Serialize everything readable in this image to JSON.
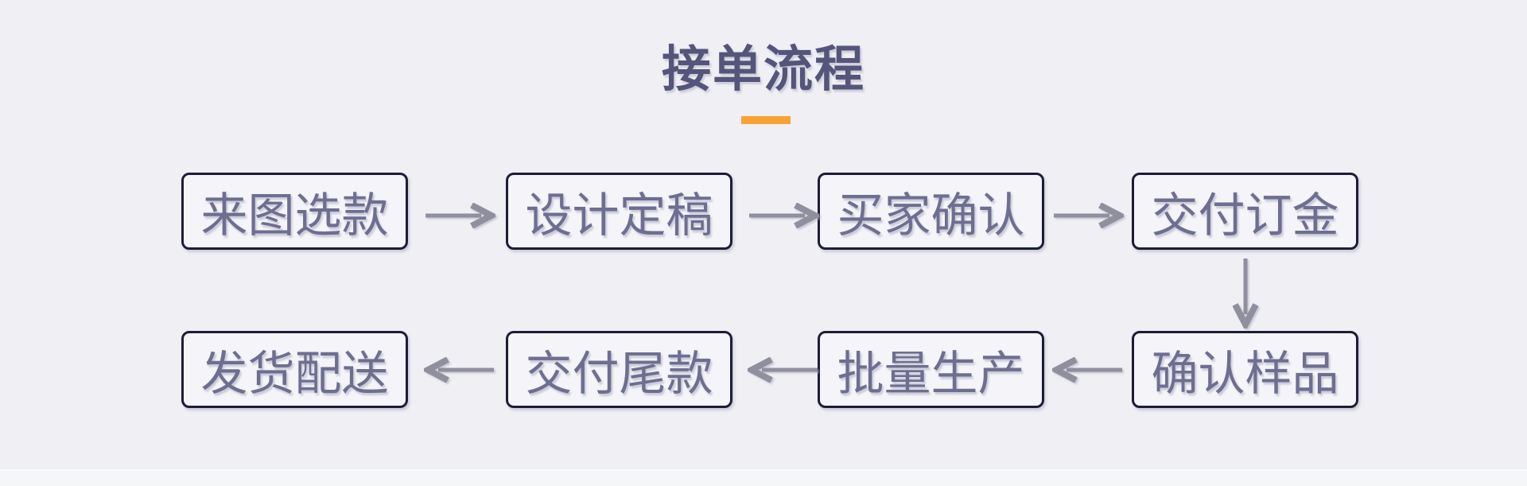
{
  "page": {
    "background_color": "#EFEFF4",
    "footer_strip_color": "#F5F6F8"
  },
  "diagram": {
    "title": "接单流程",
    "title_color": "#55557B",
    "accent_bar_color": "#F9A234",
    "box_border_color": "#1D1D3A",
    "box_fill_color": "#F4F4F9",
    "box_text_color": "#6E6E91",
    "arrow_color": "#8F8F9E",
    "rows": [
      {
        "direction": "right",
        "boxes": [
          "来图选款",
          "设计定稿",
          "买家确认",
          "交付订金"
        ]
      },
      {
        "direction": "left",
        "boxes": [
          "发货配送",
          "交付尾款",
          "批量生产",
          "确认样品"
        ]
      }
    ],
    "connector": {
      "from": "交付订金",
      "to": "确认样品",
      "direction": "down"
    }
  }
}
